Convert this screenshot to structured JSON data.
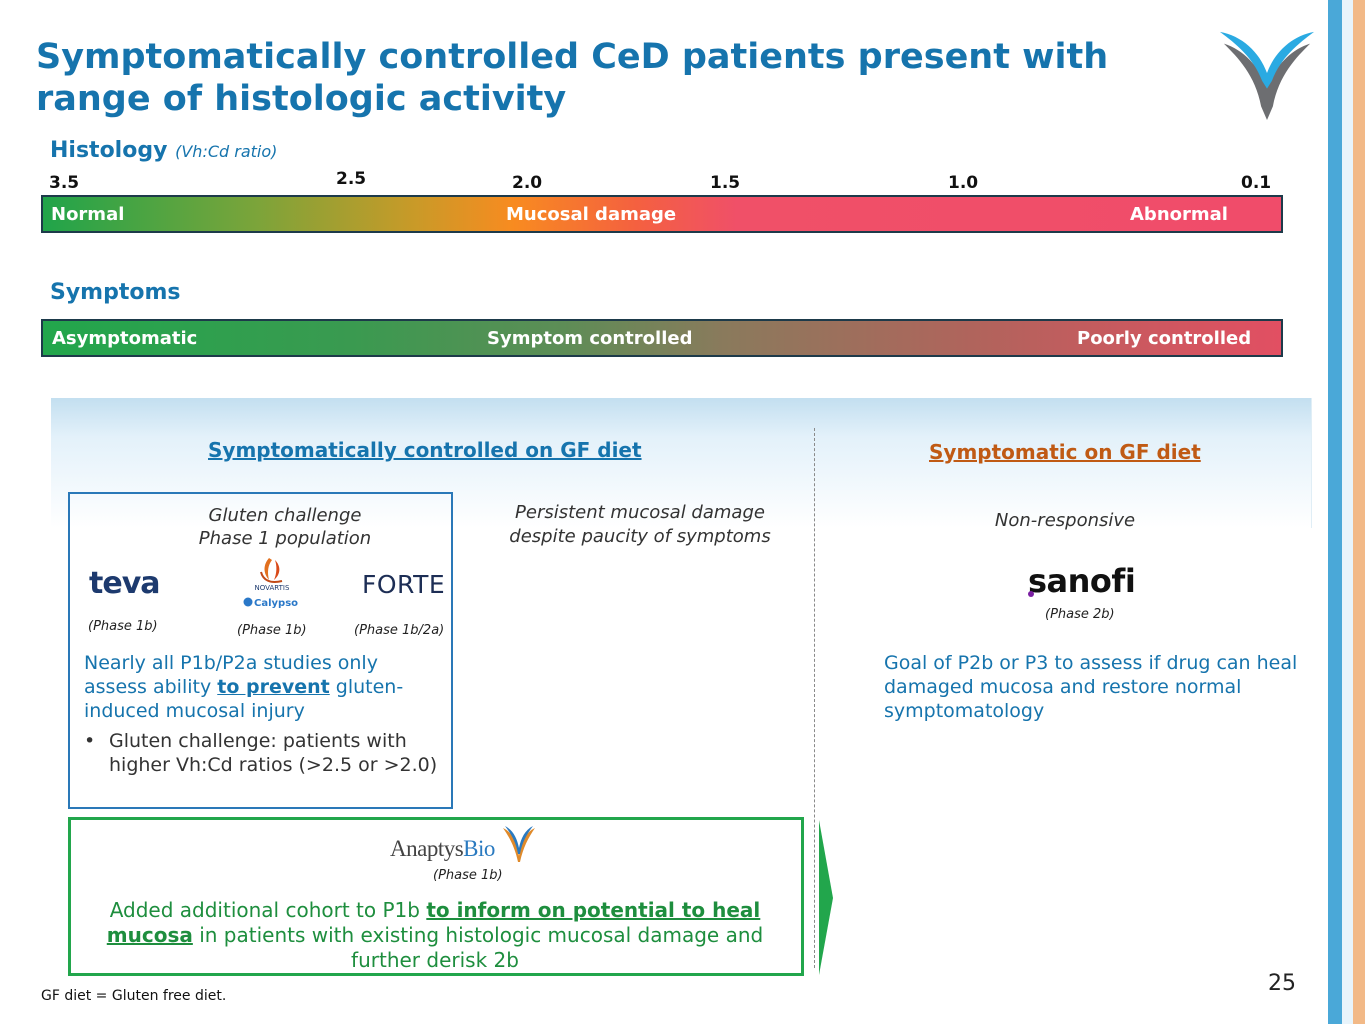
{
  "title": "Symptomatically controlled CeD patients present with range of histologic activity",
  "histology": {
    "label": "Histology",
    "sublabel": "(Vh:Cd ratio)",
    "ticks": [
      "3.5",
      "2.5",
      "2.0",
      "1.5",
      "1.0",
      "0.1"
    ],
    "bar": {
      "left": "Normal",
      "middle": "Mucosal damage",
      "right": "Abnormal"
    }
  },
  "symptoms": {
    "label": "Symptoms",
    "bar": {
      "left": "Asymptomatic",
      "middle": "Symptom controlled",
      "right": "Poorly controlled"
    }
  },
  "left_panel": {
    "header": "Symptomatically controlled on GF diet",
    "box_title_1": "Gluten challenge",
    "box_title_2": "Phase 1 population",
    "companies": [
      {
        "logo": "teva",
        "phase": "(Phase 1b)"
      },
      {
        "logo": "NOVARTIS",
        "sublogo": "Calypso",
        "phase": "(Phase 1b)"
      },
      {
        "logo": "FORTE",
        "phase": "(Phase 1b/2a)"
      }
    ],
    "note_pre": "Nearly all P1b/P2a studies only assess ability ",
    "note_emph": "to prevent",
    "note_post": " gluten-induced mucosal injury",
    "bullet": "Gluten challenge: patients with higher Vh:Cd ratios (>2.5 or >2.0)",
    "persistent_1": "Persistent mucosal damage",
    "persistent_2": "despite paucity of symptoms"
  },
  "green_box": {
    "logo_main": "Anaptys",
    "logo_bio": "Bio",
    "phase": "(Phase 1b)",
    "text_pre": "Added additional cohort to P1b ",
    "text_emph": "to inform on potential to heal mucosa",
    "text_post": " in patients with existing histologic mucosal damage and further derisk 2b"
  },
  "right_panel": {
    "header": "Symptomatic on GF diet",
    "subtitle": "Non-responsive",
    "company": "sanofi",
    "phase": "(Phase 2b)",
    "goal": "Goal of P2b or P3 to assess if drug can heal damaged mucosa and restore normal symptomatology"
  },
  "footnote": "GF diet = Gluten free diet.",
  "page_number": "25",
  "colors": {
    "title_blue": "#1674ad",
    "header_orange": "#c05a14",
    "green": "#22a64c",
    "bar_red": "#f04c6a",
    "bar_orange": "#f88b20"
  },
  "icons": {
    "brand_logo": "v-wings-logo",
    "arrow": "right-arrow-icon"
  }
}
